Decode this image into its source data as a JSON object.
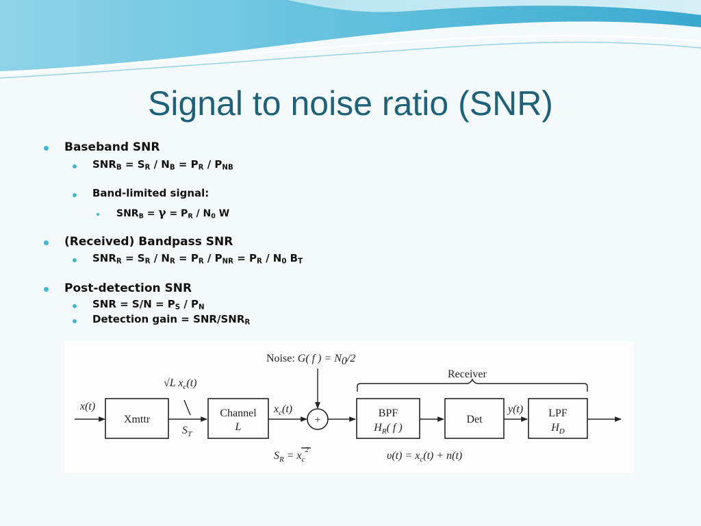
{
  "slide": {
    "title": "Signal to noise ratio (SNR)"
  },
  "bullets": {
    "baseband": {
      "label": "Baseband SNR",
      "formula": {
        "a": "SNR",
        "a_sub": "B",
        "b": " = S",
        "b_sub": "R",
        "c": " / N",
        "c_sub": "B",
        "d": " = P",
        "d_sub": "R",
        "e": " / P",
        "e_sub": "NB"
      },
      "bandlimited_label": "Band-limited signal:",
      "bandlimited_formula": {
        "a": "SNR",
        "a_sub": "B",
        "b": " = ",
        "gamma": "γ",
        "c": " = P",
        "c_sub": "R",
        "d": " / N",
        "d_sub": "0",
        "e": " W"
      }
    },
    "bandpass": {
      "label": "(Received) Bandpass SNR",
      "formula": {
        "a": "SNR",
        "a_sub": "R",
        "b": " = S",
        "b_sub": "R",
        "c": " / N",
        "c_sub": "R",
        "d": " = P",
        "d_sub": "R",
        "e": " / P",
        "e_sub": "NR",
        "f": " = P",
        "f_sub": "R",
        "g": " / N",
        "g_sub": "0",
        "h": " B",
        "h_sub": "T"
      }
    },
    "postdetection": {
      "label": "Post-detection SNR",
      "formula": {
        "a": "SNR = S/N = P",
        "a_sub": "S",
        "b": " / P",
        "b_sub": "N"
      },
      "gain": {
        "a": "Detection gain = SNR/SNR",
        "a_sub": "R"
      }
    }
  },
  "diagram": {
    "noise_label": "Noise:",
    "noise_expr": "G( f ) = N",
    "noise_sub": "0",
    "noise_tail": "/2",
    "receiver_label": "Receiver",
    "input": "x(t)",
    "xmttr": "Xmttr",
    "sqrtL": "√L x",
    "sqrtL_sub": "c",
    "sqrtL_tail": "(t)",
    "st": "S",
    "st_sub": "T",
    "channel_line1": "Channel",
    "channel_line2": "L",
    "xc": "x",
    "xc_sub": "c",
    "xc_tail": "(t)",
    "sr": "S",
    "sr_sub": "R",
    "sr_tail": " = x",
    "sr_tail_sub": "c",
    "sr_tail_sup": "2",
    "bpf_line1": "BPF",
    "bpf_line2": "H",
    "bpf_line2_sub": "R",
    "bpf_line2_tail": "( f )",
    "det": "Det",
    "vt": "υ(t) = x",
    "vt_sub": "c",
    "vt_tail": "(t) + n(t)",
    "yt": "y(t)",
    "lpf_line1": "LPF",
    "lpf_line2": "H",
    "lpf_line2_sub": "D",
    "adder": "+"
  }
}
